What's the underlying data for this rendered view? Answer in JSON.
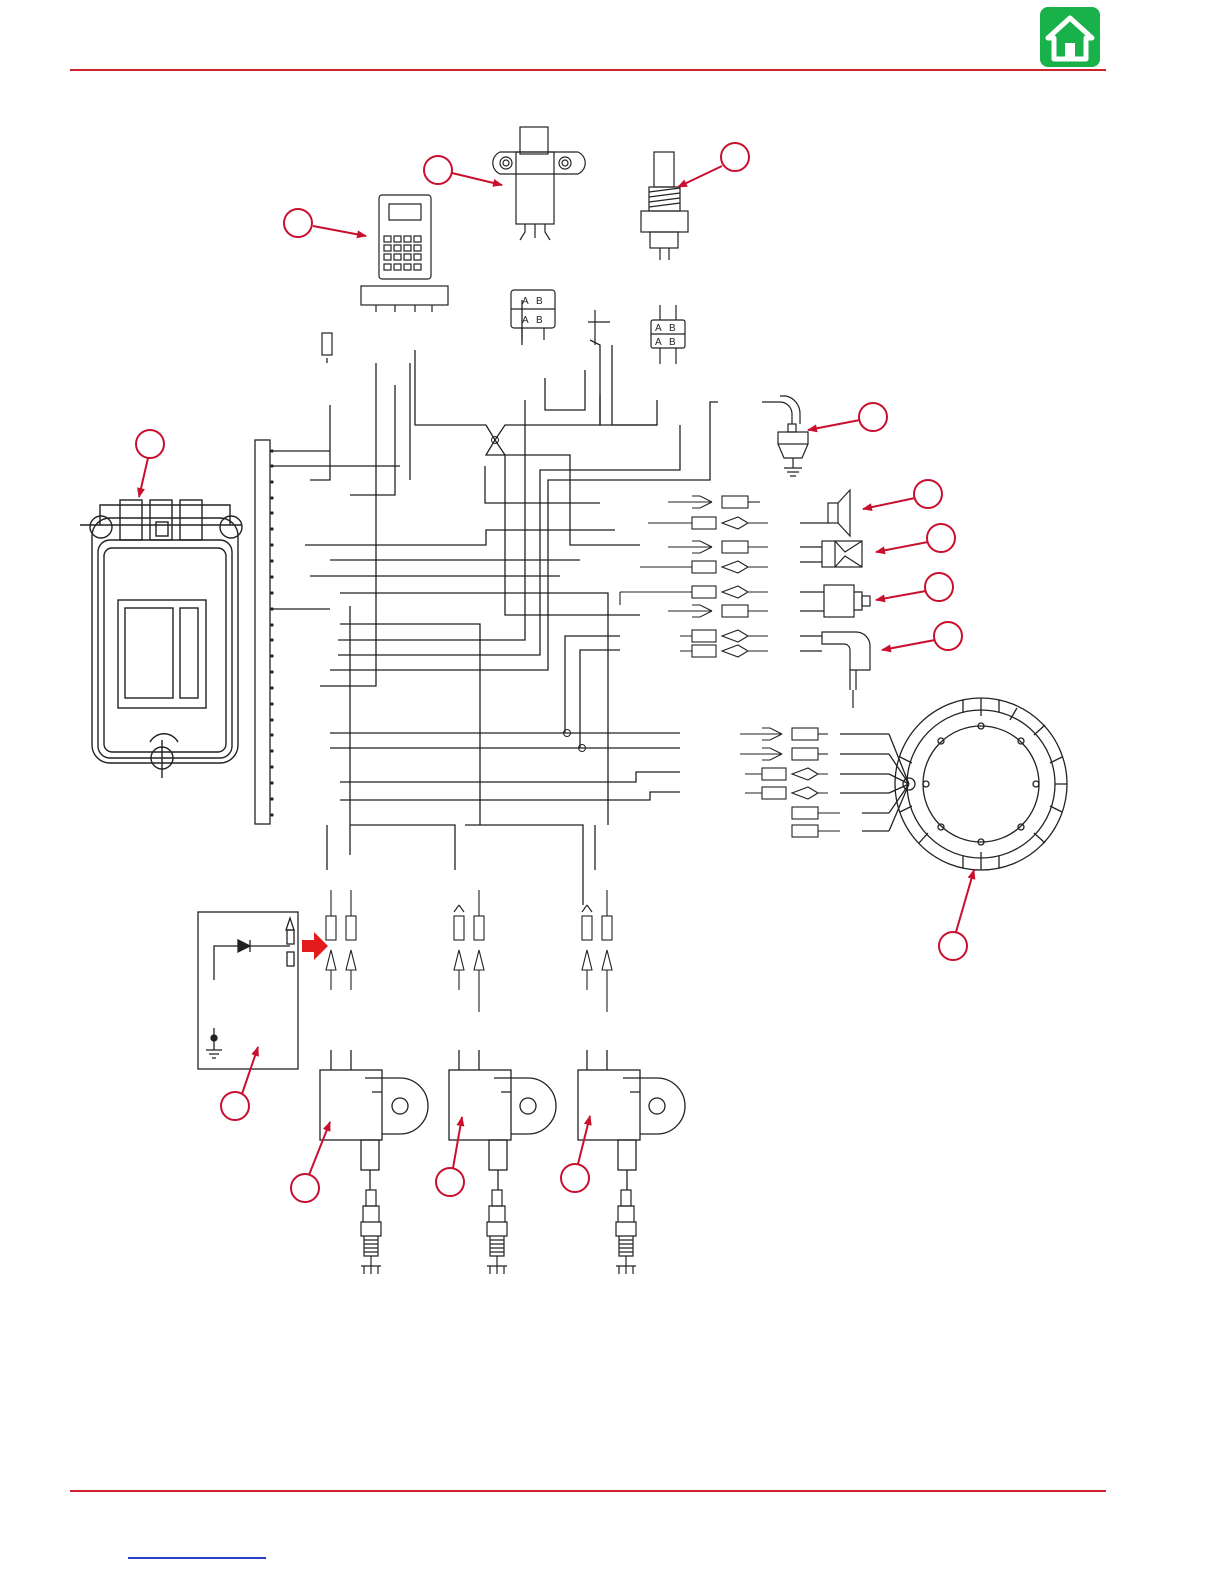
{
  "header": {
    "home_icon": "home-icon",
    "rule_color": "#d0222b",
    "home_color": "#19b24a"
  },
  "diagram": {
    "components": [
      "ecm-module",
      "keypad-module",
      "ignition-switch",
      "sensor-probe",
      "temperature-sender",
      "horn",
      "lanyard-switch",
      "neutral-switch",
      "angle-sensor",
      "stator-assembly",
      "rectifier-diode-box",
      "ignition-coil-1",
      "ignition-coil-2",
      "ignition-coil-3",
      "spark-plug-1",
      "spark-plug-2",
      "spark-plug-3"
    ],
    "connector_labels": {
      "a": "A",
      "b": "B"
    },
    "callout_count": 14,
    "callout_color": "#c8102e",
    "marker_color": "#e41b1b"
  },
  "footer": {
    "link_color": "#2a3ec7"
  }
}
